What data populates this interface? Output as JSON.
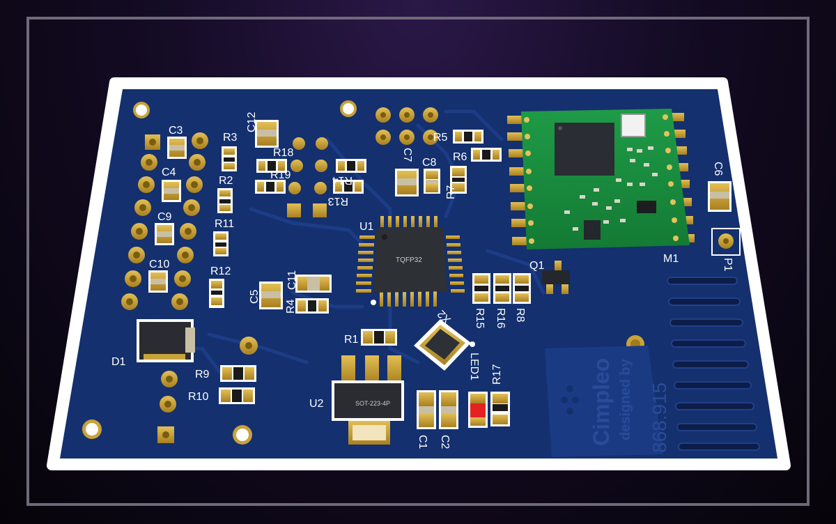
{
  "scene": {
    "background_color": "#140b24",
    "board_color": "#14306e",
    "silkscreen_color": "#ffffff",
    "pad_color": "#c9a23a"
  },
  "labels": {
    "c3": "C3",
    "c4": "C4",
    "c9": "C9",
    "c10": "C10",
    "r3": "R3",
    "r2": "R2",
    "r11": "R11",
    "r12": "R12",
    "c12": "C12",
    "r18": "R18",
    "r19": "R19",
    "r14": "R14",
    "r13": "R13",
    "c7": "C7",
    "r5": "R5",
    "r6": "R6",
    "c8": "C8",
    "r7": "R7",
    "c6": "C6",
    "m1": "M1",
    "p1": "P1",
    "u1": "U1",
    "u1_body": "TQFP32",
    "c5": "C5",
    "c11": "C11",
    "r4": "R4",
    "q1": "Q1",
    "r15": "R15",
    "r16": "R16",
    "r8": "R8",
    "x2": "X2",
    "led1": "LED1",
    "r17": "R17",
    "r1": "R1",
    "d1": "D1",
    "r9": "R9",
    "r10": "R10",
    "u2": "U2",
    "u2_body": "SOT-223-4P",
    "c1": "C1",
    "c2": "C2",
    "logo": "Cimpleo",
    "designed_by": "designed by",
    "phone": "868.915"
  }
}
